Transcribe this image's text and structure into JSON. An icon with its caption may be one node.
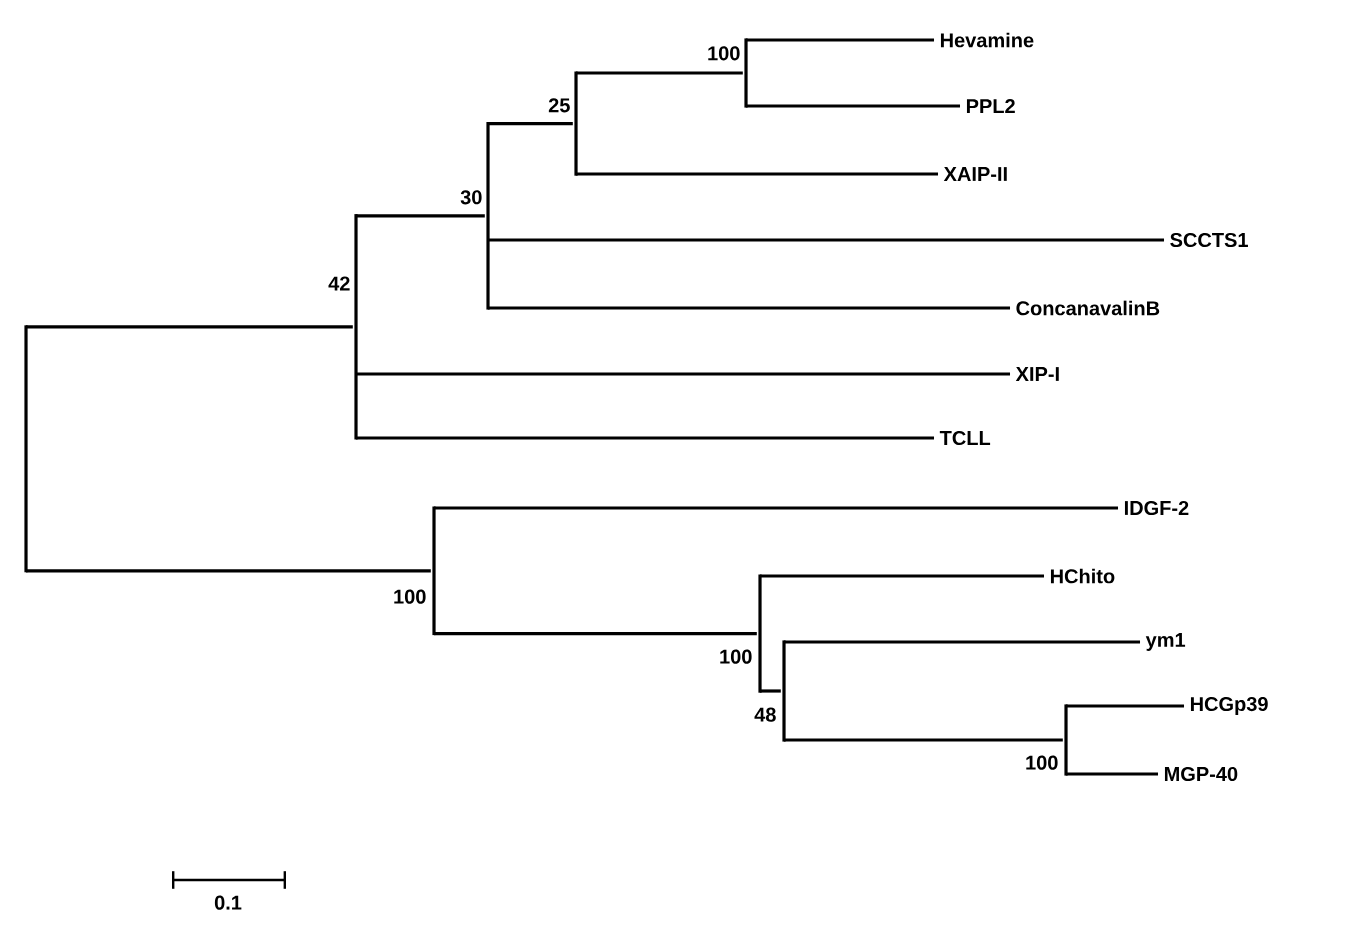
{
  "diagram": {
    "nodes": [
      {
        "text": [],
        "shape": "bar"
      },
      {
        "text": [],
        "shape": "bar",
        "beside": [
          "42"
        ]
      },
      {
        "text": [],
        "shape": "bar",
        "beside": [
          "30"
        ]
      },
      {
        "text": [],
        "shape": "bar",
        "beside": [
          "25"
        ]
      },
      {
        "text": [],
        "shape": "bar",
        "beside": [
          "100"
        ]
      },
      {
        "text": [
          "Hevamine"
        ]
      },
      {
        "text": [
          "PPL2"
        ]
      },
      {
        "text": [
          "XAIP-II"
        ]
      },
      {
        "text": [
          "SCCTS1"
        ]
      },
      {
        "text": [
          "ConcanavalinB"
        ]
      },
      {
        "text": [
          "XIP-I"
        ]
      },
      {
        "text": [
          "TCLL"
        ]
      },
      {
        "text": [],
        "shape": "bar",
        "beside": [
          "100"
        ]
      },
      {
        "text": [
          "IDGF-2"
        ]
      },
      {
        "text": [],
        "shape": "bar",
        "beside": [
          "100"
        ]
      },
      {
        "text": [
          "HChito"
        ]
      },
      {
        "text": [],
        "shape": "bar",
        "beside": [
          "48"
        ]
      },
      {
        "text": [
          "ym1"
        ]
      },
      {
        "text": [],
        "shape": "bar",
        "beside": [
          "100"
        ]
      },
      {
        "text": [
          "HCGp39"
        ]
      },
      {
        "text": [
          "MGP-40"
        ]
      }
    ],
    "edges": [
      {
        "from": 0,
        "to": 1,
        "arrow": "none"
      },
      {
        "from": 1,
        "to": 2,
        "arrow": "none"
      },
      {
        "from": 2,
        "to": 3,
        "arrow": "none"
      },
      {
        "from": 3,
        "to": 4,
        "arrow": "none"
      },
      {
        "from": 4,
        "to": 5,
        "arrow": "none"
      },
      {
        "from": 4,
        "to": 6,
        "arrow": "none"
      },
      {
        "from": 3,
        "to": 7,
        "arrow": "none"
      },
      {
        "from": 2,
        "to": 8,
        "arrow": "none"
      },
      {
        "from": 2,
        "to": 9,
        "arrow": "none"
      },
      {
        "from": 1,
        "to": 10,
        "arrow": "none"
      },
      {
        "from": 1,
        "to": 11,
        "arrow": "none"
      },
      {
        "from": 0,
        "to": 12,
        "arrow": "none"
      },
      {
        "from": 12,
        "to": 13,
        "arrow": "none"
      },
      {
        "from": 12,
        "to": 14,
        "arrow": "none"
      },
      {
        "from": 14,
        "to": 15,
        "arrow": "none"
      },
      {
        "from": 14,
        "to": 16,
        "arrow": "none"
      },
      {
        "from": 16,
        "to": 17,
        "arrow": "none"
      },
      {
        "from": 16,
        "to": 18,
        "arrow": "none"
      },
      {
        "from": 18,
        "to": 19,
        "arrow": "none"
      },
      {
        "from": 18,
        "to": 20,
        "arrow": "none"
      }
    ],
    "labels": [
      "0.1"
    ]
  }
}
